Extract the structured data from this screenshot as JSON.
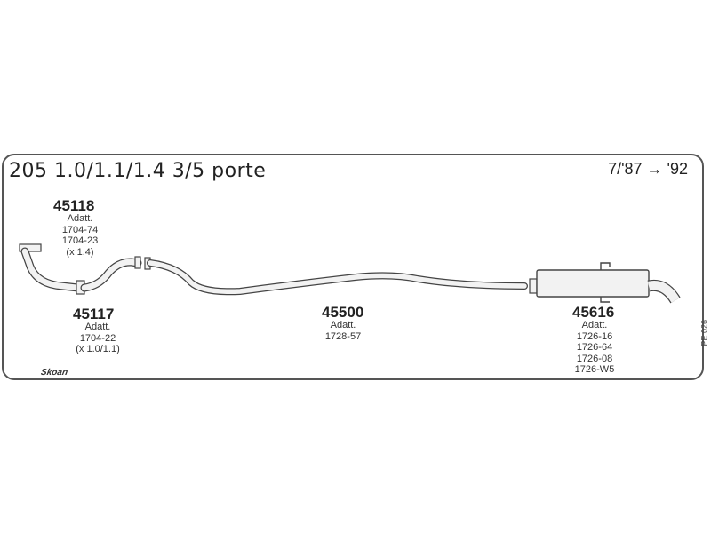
{
  "header": {
    "title": "205 1.0/1.1/1.4 3/5 porte",
    "years": "7/'87 → '92"
  },
  "parts": [
    {
      "number": "45118",
      "lines": [
        "Adatt.",
        "1704-74",
        "1704-23",
        "(x 1.4)"
      ]
    },
    {
      "number": "45117",
      "lines": [
        "Adatt.",
        "1704-22",
        "(x 1.0/1.1)"
      ]
    },
    {
      "number": "45500",
      "lines": [
        "Adatt.",
        "1728-57"
      ]
    },
    {
      "number": "45616",
      "lines": [
        "Adatt.",
        "1726-16",
        "1726-64",
        "1726-08",
        "1726-W5"
      ]
    }
  ],
  "code": "PE 026",
  "logo": "Skoan",
  "colors": {
    "line": "#444444",
    "pipe_fill": "#f2f2f2",
    "frame": "#555555"
  }
}
